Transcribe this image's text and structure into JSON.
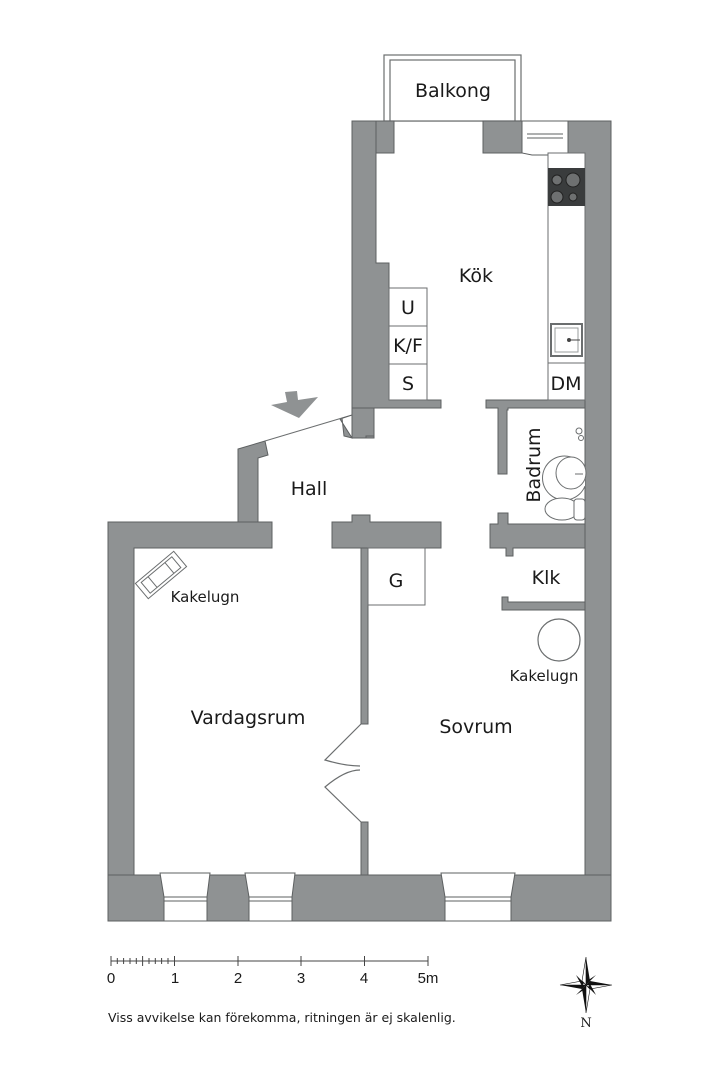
{
  "plan": {
    "rooms": {
      "balcony": "Balkong",
      "kitchen": "Kök",
      "hall": "Hall",
      "bathroom": "Badrum",
      "closet": "Klk",
      "living_room": "Vardagsrum",
      "bedroom": "Sovrum",
      "wardrobe": "G"
    },
    "fixtures": {
      "upper_cabinet": "U",
      "fridge_freezer": "K/F",
      "cabinet": "S",
      "dishwasher": "DM",
      "tiled_stove_living": "Kakelugn",
      "tiled_stove_bedroom": "Kakelugn"
    }
  },
  "scale": {
    "ticks": [
      "0",
      "1",
      "2",
      "3",
      "4",
      "5m"
    ]
  },
  "compass": {
    "north_label": "N"
  },
  "disclaimer": "Viss avvikelse kan förekomma, ritningen är ej skalenlig.",
  "colors": {
    "wall": "#8f9293",
    "wall_edge": "#5d6061",
    "background": "#ffffff"
  }
}
